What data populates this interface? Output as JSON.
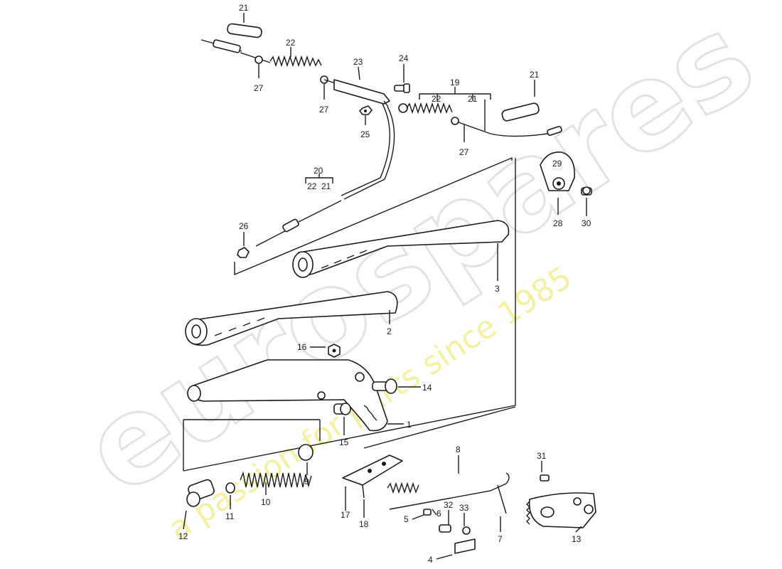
{
  "watermark": {
    "brand": "eurospares",
    "tagline": "a passion for parts since 1985"
  },
  "callouts": {
    "n1": "1",
    "n2": "2",
    "n3": "3",
    "n4": "4",
    "n5": "5",
    "n6": "6",
    "n7": "7",
    "n8": "8",
    "n9": "9",
    "n10": "10",
    "n11": "11",
    "n12": "12",
    "n13": "13",
    "n14": "14",
    "n15": "15",
    "n16": "16",
    "n17": "17",
    "n18": "18",
    "n19": "19",
    "n20": "20",
    "n21": "21",
    "n22": "22",
    "n23": "23",
    "n24": "24",
    "n25": "25",
    "n26": "26",
    "n27": "27",
    "n28": "28",
    "n29": "29",
    "n30": "30",
    "n31": "31",
    "n32": "32",
    "n33": "33"
  }
}
